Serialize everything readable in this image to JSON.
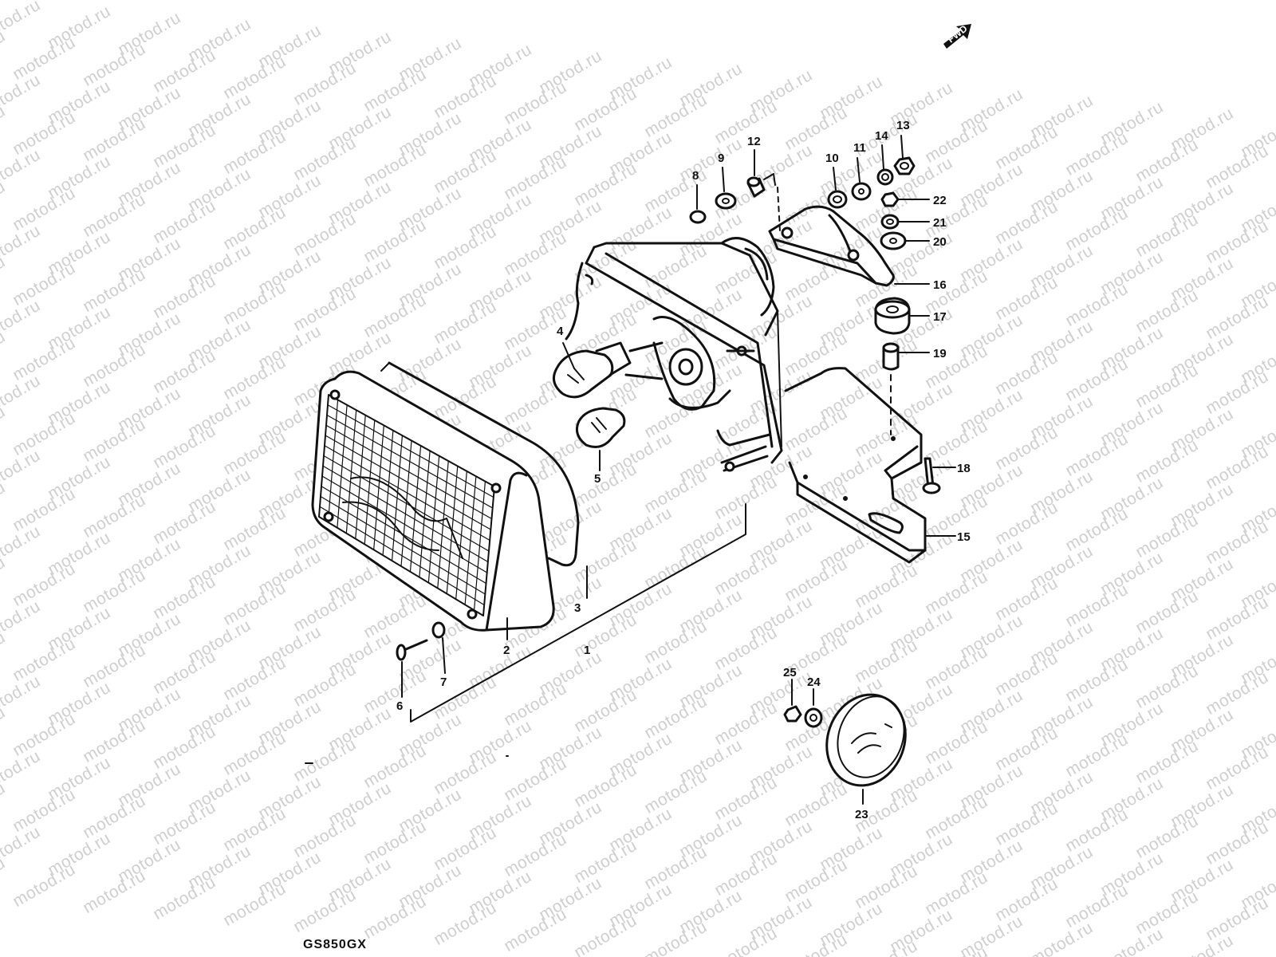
{
  "diagram": {
    "model_label": "GS850GX",
    "direction_label": "FWD",
    "watermark_text": "motod.ru",
    "parts": [
      {
        "no": "1"
      },
      {
        "no": "2"
      },
      {
        "no": "3"
      },
      {
        "no": "4"
      },
      {
        "no": "5"
      },
      {
        "no": "6"
      },
      {
        "no": "7"
      },
      {
        "no": "8"
      },
      {
        "no": "9"
      },
      {
        "no": "10"
      },
      {
        "no": "11"
      },
      {
        "no": "12"
      },
      {
        "no": "13"
      },
      {
        "no": "14"
      },
      {
        "no": "15"
      },
      {
        "no": "16"
      },
      {
        "no": "17"
      },
      {
        "no": "18"
      },
      {
        "no": "19"
      },
      {
        "no": "20"
      },
      {
        "no": "21"
      },
      {
        "no": "22"
      },
      {
        "no": "23"
      },
      {
        "no": "24"
      },
      {
        "no": "25"
      }
    ]
  }
}
